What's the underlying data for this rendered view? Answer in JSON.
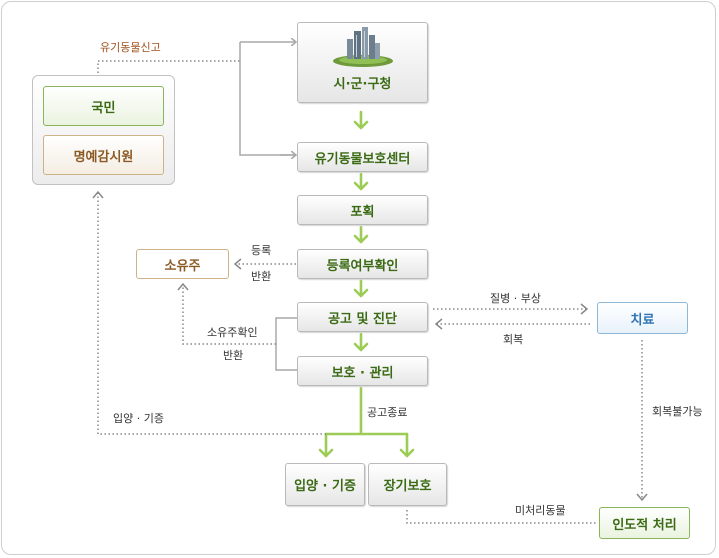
{
  "nodes": {
    "citizen": "국민",
    "honorary_inspector": "명예감시원",
    "city_office": "시·군·구청",
    "protection_center": "유기동물보호센터",
    "capture": "포획",
    "registration_check": "등록여부확인",
    "owner": "소유주",
    "notice_diagnosis": "공고 및 진단",
    "protection_management": "보호 · 관리",
    "treatment": "치료",
    "adoption_donation": "입양 · 기증",
    "long_term_care": "장기보호",
    "euthanasia": "인도적 처리"
  },
  "labels": {
    "report": "유기동물신고",
    "registered": "등록",
    "return_1": "반환",
    "owner_confirmed": "소유주확인",
    "return_2": "반환",
    "disease_injury": "질병 · 부상",
    "recovery": "회복",
    "notice_end": "공고종료",
    "adoption_donation_path": "입양 · 기증",
    "unrecoverable": "회복불가능",
    "unprocessed_animals": "미처리동물"
  },
  "colors": {
    "flow_arrow": "#9ccc55",
    "connector": "#a9a9a9",
    "dotted_line": "#888888",
    "green_text": "#3b6a14",
    "brown_text": "#8a5a24",
    "blue_text": "#2f74b5"
  },
  "icons": {
    "city_office": "city-buildings-icon"
  }
}
